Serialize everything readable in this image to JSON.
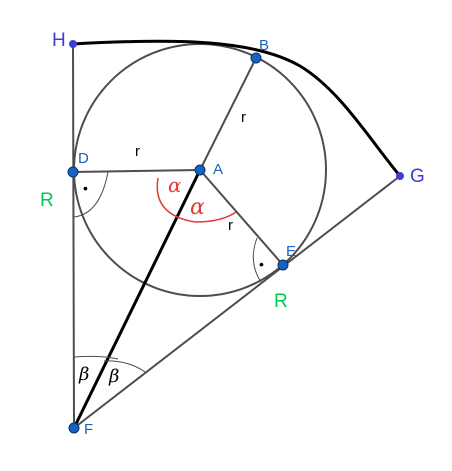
{
  "colors": {
    "background": "#ffffff",
    "line": "#4d4d4d",
    "thick_line": "#000000",
    "circle": "#4d4d4d",
    "point_fill": "#1565c0",
    "point_stroke": "#0d2f6e",
    "point_label": "#1565c0",
    "outer_label": "#3d3dd6",
    "green_label": "#00c853",
    "black_label": "#000000",
    "red_annotation": "#e53935"
  },
  "points": {
    "H": "H",
    "B": "B",
    "G": "G",
    "D": "D",
    "A": "A",
    "E": "E",
    "F": "F"
  },
  "segment_labels": {
    "r_DA": "r",
    "r_AB": "r",
    "r_AE": "r",
    "R_left": "R",
    "R_bottom": "R"
  },
  "angle_labels": {
    "alpha_upper": "α",
    "alpha_lower": "α",
    "beta_left": "β",
    "beta_right": "β"
  },
  "right_angle_markers": {
    "at_D": "•",
    "at_E": "•"
  },
  "icons": {
    "point_marker": "filled-circle-point-icon",
    "right_angle_dot": "dot-icon"
  }
}
